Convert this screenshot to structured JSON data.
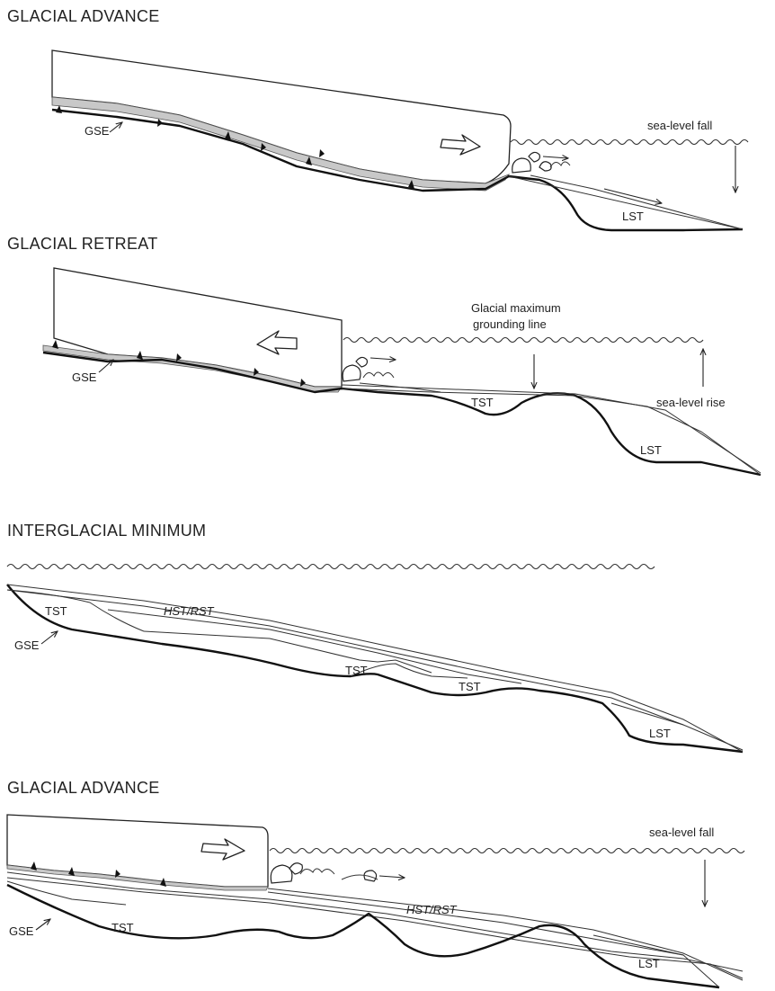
{
  "panels": [
    {
      "title": "GLACIAL ADVANCE",
      "labels": {
        "gse": "GSE",
        "sea": "sea-level fall",
        "lst": "LST"
      }
    },
    {
      "title": "GLACIAL RETREAT",
      "labels": {
        "gse": "GSE",
        "gml1": "Glacial maximum",
        "gml2": "grounding line",
        "sea": "sea-level rise",
        "tst": "TST",
        "lst": "LST"
      }
    },
    {
      "title": "INTERGLACIAL MINIMUM",
      "labels": {
        "tst1": "TST",
        "hst": "HST/RST",
        "gse": "GSE",
        "tst2": "TST",
        "tst3": "TST",
        "lst": "LST"
      }
    },
    {
      "title": "GLACIAL ADVANCE",
      "labels": {
        "sea": "sea-level fall",
        "hst": "HST/RST",
        "gse": "GSE",
        "tst": "TST",
        "lst": "LST"
      }
    }
  ]
}
